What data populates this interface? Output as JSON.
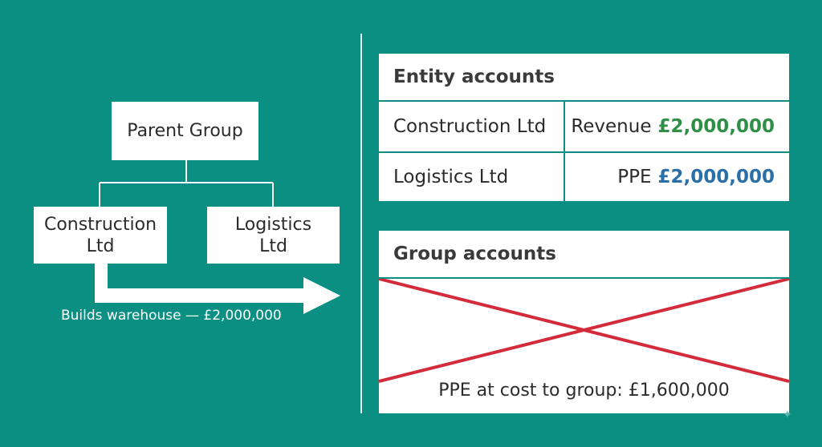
{
  "colors": {
    "background": "#0a8f82",
    "revenue_amount": "#2f8f46",
    "ppe_amount": "#2a6fa8",
    "cross": "#d22b3a"
  },
  "org_chart": {
    "parent": "Parent Group",
    "child_left": {
      "line1": "Construction",
      "line2": "Ltd"
    },
    "child_right": {
      "line1": "Logistics",
      "line2": "Ltd"
    },
    "transfer_caption": "Builds warehouse — £2,000,000"
  },
  "entity_accounts": {
    "title": "Entity accounts",
    "rows": [
      {
        "entity": "Construction Ltd",
        "label": "Revenue",
        "amount": "£2,000,000"
      },
      {
        "entity": "Logistics Ltd",
        "label": "PPE",
        "amount": "£2,000,000"
      }
    ]
  },
  "group_accounts": {
    "title": "Group accounts",
    "note": "PPE at cost to group: £1,600,000"
  },
  "icons": {
    "corner": "sparkle-icon"
  }
}
